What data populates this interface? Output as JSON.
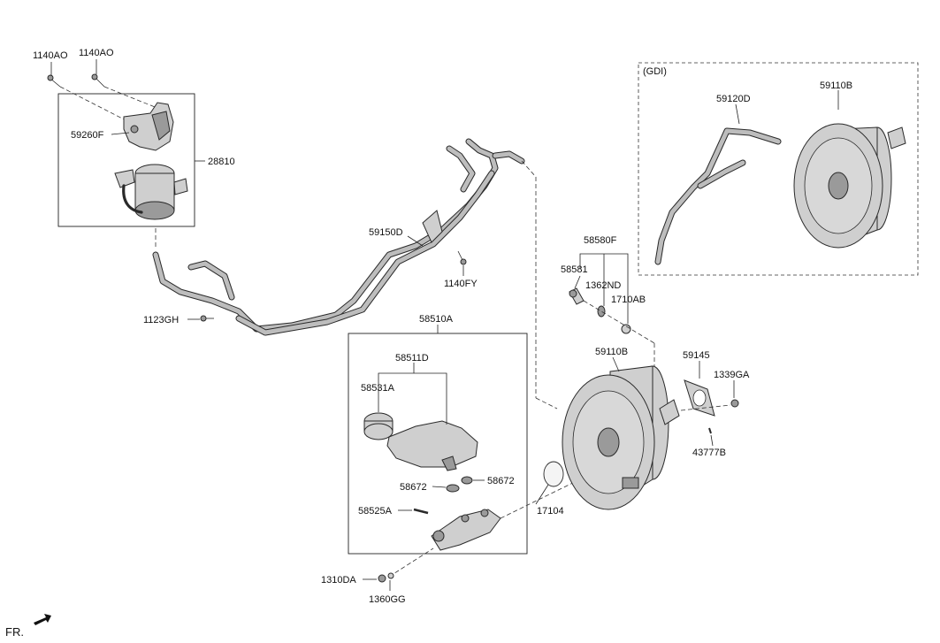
{
  "labels": {
    "p1140ao_a": "1140AO",
    "p1140ao_b": "1140AO",
    "p59260f": "59260F",
    "p28810": "28810",
    "p1123gh": "1123GH",
    "p59150d": "59150D",
    "p1140fy": "1140FY",
    "p58510a": "58510A",
    "p58511d": "58511D",
    "p58531a": "58531A",
    "p58672_l": "58672",
    "p58672_r": "58672",
    "p58525a": "58525A",
    "p1310da": "1310DA",
    "p1360gg": "1360GG",
    "p58580f": "58580F",
    "p58581": "58581",
    "p1362nd": "1362ND",
    "p1710ab": "1710AB",
    "p59110b_main": "59110B",
    "p59145": "59145",
    "p1339ga": "1339GA",
    "p43777b": "43777B",
    "p17104": "17104",
    "gdi": "(GDI)",
    "p59120d": "59120D",
    "p59110b_gdi": "59110B",
    "fr": "FR."
  }
}
